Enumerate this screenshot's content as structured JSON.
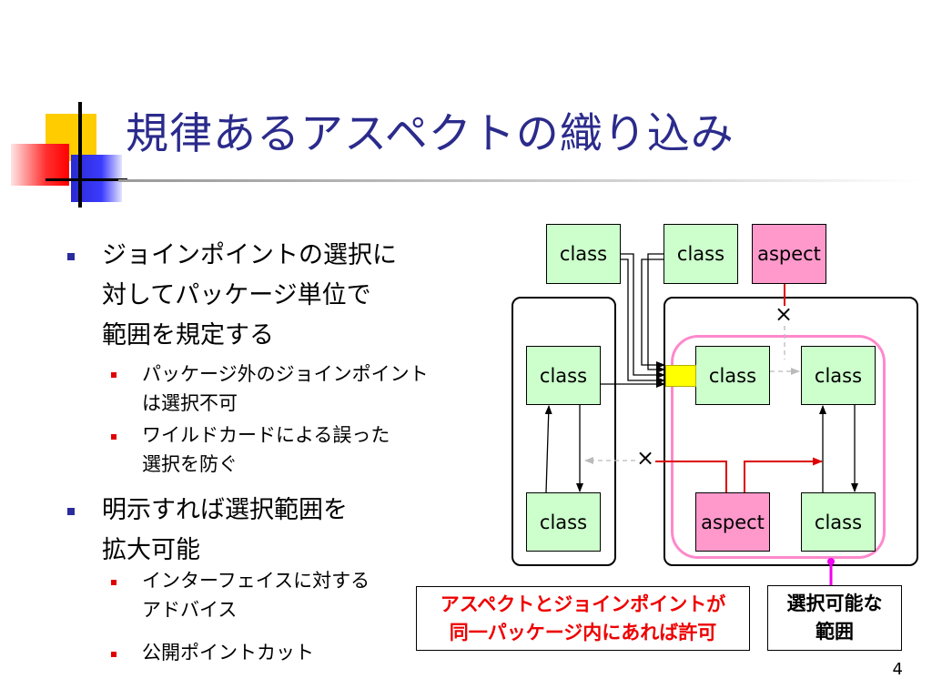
{
  "slide": {
    "title": "規律あるアスペクトの織り込み",
    "page_number": "4"
  },
  "bullets": [
    {
      "level": 1,
      "lines": [
        "ジョインポイントの選択に",
        "対してパッケージ単位で",
        "範囲を規定する"
      ]
    },
    {
      "level": 2,
      "lines": [
        "パッケージ外のジョインポイント",
        "は選択不可"
      ]
    },
    {
      "level": 2,
      "lines": [
        "ワイルドカードによる誤った",
        "選択を防ぐ"
      ]
    },
    {
      "level": 1,
      "lines": [
        "明示すれば選択範囲を",
        "拡大可能"
      ]
    },
    {
      "level": 2,
      "lines": [
        "インターフェイスに対する",
        "アドバイス"
      ]
    },
    {
      "level": 2,
      "lines": [
        "公開ポイントカット"
      ]
    }
  ],
  "diagram": {
    "class_label": "class",
    "aspect_label": "aspect",
    "forbidden_mark": "×",
    "note_permission": [
      "アスペクトとジョインポイントが",
      "同一パッケージ内にあれば許可"
    ],
    "note_scope": [
      "選択可能な",
      "範囲"
    ],
    "colors": {
      "class_fill": "#ccffcc",
      "aspect_fill": "#ff99cc",
      "joinpoint_fill": "#ffff00",
      "scope_outline": "#ff88cc",
      "advice_arrow": "#dd0000",
      "scope_pointer": "#ee00ee",
      "title_text": "#2b2b8c"
    }
  }
}
